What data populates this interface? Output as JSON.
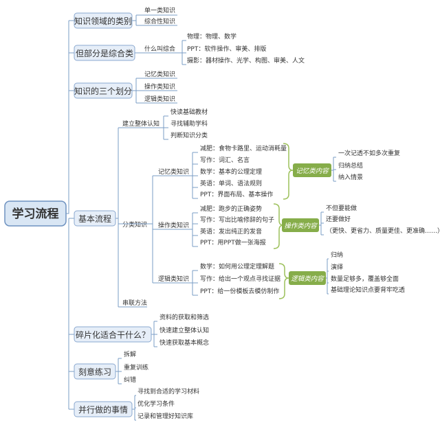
{
  "colors": {
    "line": "#7a9cc6",
    "root_fill": "#d9e6f4",
    "root_stroke": "#6e92c0",
    "root_text": "#1e3a66",
    "l1_fill": "#e6eef8",
    "l1_stroke": "#8aa8cf",
    "summary_fill": "#86ad4a",
    "summary_line": "#9cc05a",
    "text": "#333333"
  },
  "root": "学习流程",
  "branches": {
    "b1": {
      "label": "知识领域的类别",
      "items": [
        "单一类知识",
        "综合性知识"
      ]
    },
    "b2": {
      "label": "但部分是综合类",
      "sub": "什么叫综合",
      "items": [
        "物理：物理、数学",
        "PPT：软件操作、审美、排版",
        "摄影：器材操作、光学、构图、审美、人文"
      ]
    },
    "b3": {
      "label": "知识的三个划分",
      "items": [
        "记忆类知识",
        "操作类知识",
        "逻辑类知识"
      ]
    },
    "b4": {
      "label": "基本流程",
      "overview": {
        "label": "建立整体认知",
        "items": [
          "快读基础教材",
          "寻找辅助学科",
          "判断知识分类"
        ]
      },
      "classify": {
        "label": "分类知识",
        "memory": {
          "label": "记忆类知识",
          "items": [
            "减肥：食物卡路里、运动消耗量",
            "写作：词汇、名言",
            "数学：基本的公理定理",
            "英语：单词、语法规则",
            "PPT：界面布局、基本操作"
          ],
          "summary": "记忆类内容",
          "results": [
            "一次记透不如多次重复",
            "归纳总结",
            "纳入情景"
          ]
        },
        "operation": {
          "label": "操作类知识",
          "items": [
            "减肥：跑步的正确姿势",
            "写作：写出比喻修辞的句子",
            "英语：发出纯正的发音",
            "PPT：用PPT做一张海报"
          ],
          "summary": "操作类内容",
          "results": [
            "不但要能做",
            "还要做好",
            "（更快、更省力、质量更佳、更准确……）"
          ]
        },
        "logic": {
          "label": "逻辑类知识",
          "items": [
            "数学：如何用公理定理解题",
            "写作：给出一个观点寻找证据",
            "PPT：给一份模板去模仿制作"
          ],
          "summary": "逻辑类内容",
          "results": [
            "归纳",
            "演绎",
            "数量足够多，覆盖够全面",
            "基础理论知识点要背牢吃透"
          ]
        }
      },
      "series": {
        "label": "串联方法"
      }
    },
    "b5": {
      "label": "碎片化适合干什么？",
      "items": [
        "资料的获取和筛选",
        "快速建立整体认知",
        "快速获取基本概念"
      ]
    },
    "b6": {
      "label": "刻意练习",
      "items": [
        "拆解",
        "重复训练",
        "纠错"
      ]
    },
    "b7": {
      "label": "并行做的事情",
      "items": [
        "寻找到合适的学习材料",
        "优化学习条件",
        "记录和管理好知识库"
      ]
    }
  }
}
